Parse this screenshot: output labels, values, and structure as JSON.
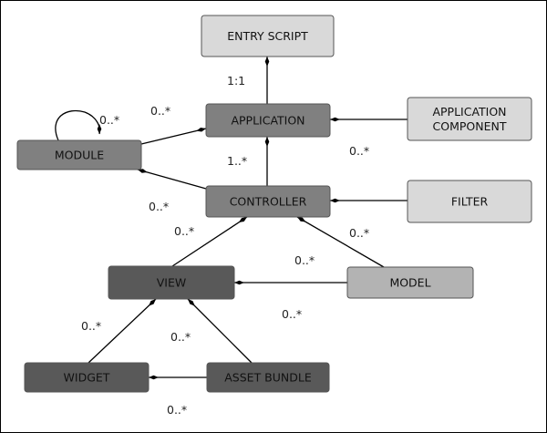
{
  "diagram": {
    "nodes": [
      {
        "id": "entry_script",
        "lines": [
          "ENTRY SCRIPT"
        ],
        "shade": "light"
      },
      {
        "id": "application",
        "lines": [
          "APPLICATION"
        ],
        "shade": "mid"
      },
      {
        "id": "application_component",
        "lines": [
          "APPLICATION",
          "COMPONENT"
        ],
        "shade": "light"
      },
      {
        "id": "module",
        "lines": [
          "MODULE"
        ],
        "shade": "mid"
      },
      {
        "id": "controller",
        "lines": [
          "CONTROLLER"
        ],
        "shade": "mid"
      },
      {
        "id": "filter",
        "lines": [
          "FILTER"
        ],
        "shade": "light"
      },
      {
        "id": "view",
        "lines": [
          "VIEW"
        ],
        "shade": "dark"
      },
      {
        "id": "model",
        "lines": [
          "MODEL"
        ],
        "shade": "light_mid"
      },
      {
        "id": "widget",
        "lines": [
          "WIDGET"
        ],
        "shade": "dark"
      },
      {
        "id": "asset_bundle",
        "lines": [
          "ASSET BUNDLE"
        ],
        "shade": "dark"
      }
    ],
    "edges": [
      {
        "id": "entry_app",
        "from": "application",
        "to": "entry_script",
        "diamond_at": "entry_script",
        "multiplicity": "1:1"
      },
      {
        "id": "app_component",
        "from": "application_component",
        "to": "application",
        "diamond_at": "application",
        "multiplicity": "0..*"
      },
      {
        "id": "module_app",
        "from": "module",
        "to": "application",
        "diamond_at": "application",
        "multiplicity": "0..*"
      },
      {
        "id": "module_self",
        "from": "module",
        "to": "module",
        "diamond_at": "module",
        "multiplicity": "0..*"
      },
      {
        "id": "app_controller",
        "from": "controller",
        "to": "application",
        "diamond_at": "application",
        "multiplicity": "1..*"
      },
      {
        "id": "module_controller",
        "from": "controller",
        "to": "module",
        "diamond_at": "module",
        "multiplicity": "0..*"
      },
      {
        "id": "controller_filter",
        "from": "filter",
        "to": "controller",
        "diamond_at": "controller",
        "multiplicity": ""
      },
      {
        "id": "controller_view",
        "from": "view",
        "to": "controller",
        "diamond_at": "controller",
        "multiplicity": "0..*"
      },
      {
        "id": "controller_model",
        "from": "model",
        "to": "controller",
        "diamond_at": "controller",
        "multiplicity": "0..*"
      },
      {
        "id": "view_model",
        "from": "model",
        "to": "view",
        "diamond_at": "view",
        "multiplicity": "0..*"
      },
      {
        "id": "view_widget",
        "from": "widget",
        "to": "view",
        "diamond_at": "view",
        "multiplicity": "0..*"
      },
      {
        "id": "view_asset",
        "from": "asset_bundle",
        "to": "view",
        "diamond_at": "view",
        "multiplicity": "0..*"
      },
      {
        "id": "widget_asset",
        "from": "asset_bundle",
        "to": "widget",
        "diamond_at": "widget",
        "multiplicity": "0..*"
      }
    ],
    "extra_labels": [
      {
        "id": "filter_mult",
        "text": "0..*"
      }
    ],
    "colors": {
      "light": "#d9d9d9",
      "light_mid": "#b3b3b3",
      "mid": "#808080",
      "dark": "#595959",
      "line": "#000000"
    }
  }
}
